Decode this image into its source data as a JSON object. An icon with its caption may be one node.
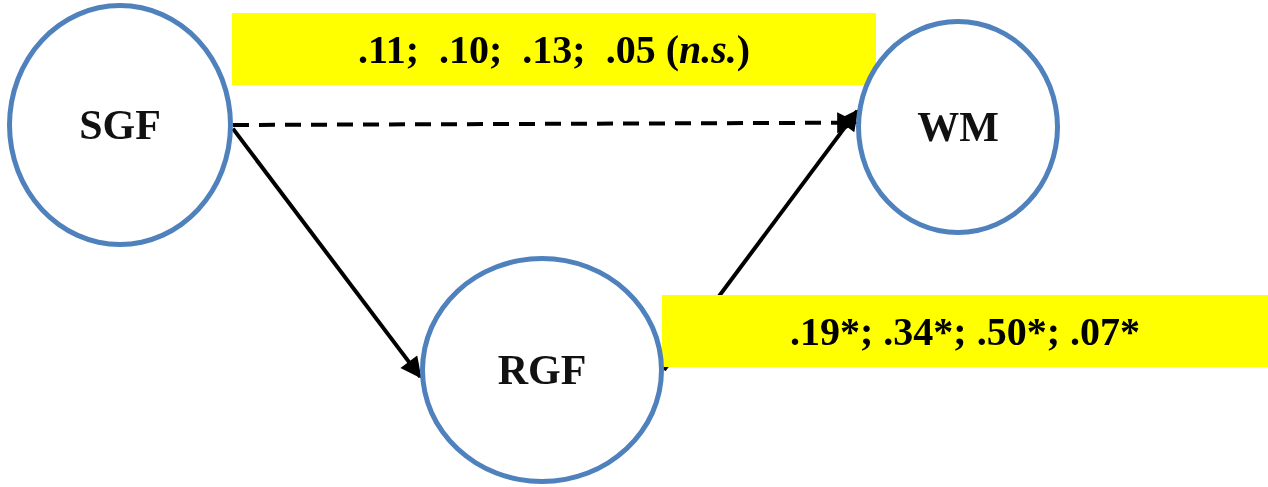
{
  "diagram": {
    "nodes": [
      {
        "text": [
          "SGF"
        ]
      },
      {
        "text": [
          "WM"
        ]
      },
      {
        "text": [
          "RGF"
        ]
      }
    ],
    "edges": [
      {
        "from": 0,
        "to": 1,
        "arrow": "to",
        "style": "dashed",
        "label": ".11;  .10;  .13;  .05 (*n.s.*)"
      },
      {
        "from": 0,
        "to": 2,
        "arrow": "to"
      },
      {
        "from": 2,
        "to": 1,
        "arrow": "to",
        "label": ".19*; .34*; .50*; .07*"
      }
    ]
  }
}
